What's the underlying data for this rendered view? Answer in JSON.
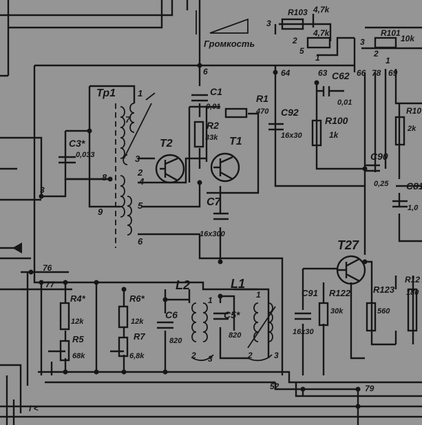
{
  "title": "",
  "colors": {
    "paper": "#9a9a9a",
    "ink": "#161616"
  },
  "labels": {
    "tp1": "Тр1",
    "c3": "C3*",
    "c3v": "0,033",
    "t2": "T2",
    "t1": "T1",
    "c1": "C1",
    "c1v": "0,01",
    "r2": "R2",
    "r2v": "33k",
    "r1": "R1",
    "r1v": "470",
    "c92": "C92",
    "c92v": "16x30",
    "c7": "C7",
    "c7v": "16x300",
    "r103": "R103",
    "v47k_a": "4,7k",
    "v47k_b": "4,7k",
    "volume": "Громкость",
    "c62": "C62",
    "c62v": "0,01",
    "r100": "R100",
    "r100v": "1k",
    "r101": "R101",
    "r101v": "10k",
    "r102": "R10",
    "r102v": "2k",
    "c90": "C90",
    "c90v": "0,25",
    "c81": "C81",
    "c81v": "1,0",
    "t27": "T27",
    "c91": "C91",
    "c91v": "16x30",
    "r122": "R122",
    "r122v": "30k",
    "r123": "R123",
    "r123v": "560",
    "r12x": "R12",
    "r12xv": "180",
    "l2": "L2",
    "l1": "L1",
    "c6": "C6",
    "c6v": "820",
    "c5": "C5*",
    "c5v": "820",
    "r4": "R4*",
    "r4v": "12k",
    "r5": "R5",
    "r5v": "68k",
    "r6": "R6*",
    "r6v": "12k",
    "r7": "R7",
    "r7v": "6,8k",
    "n1": "1",
    "n2": "2",
    "n3": "3",
    "n4": "4",
    "n5": "5",
    "n6": "6",
    "n7": "7",
    "n8": "8",
    "n9": "9",
    "n3l": "3",
    "n76": "76",
    "n77": "77",
    "n64": "64",
    "n6b": "6",
    "n5b": "5",
    "n3r": "3",
    "n2r": "2",
    "n1r": "1",
    "n63": "63",
    "n66": "66",
    "n78": "78",
    "n69": "69",
    "n3a": "3",
    "n2a": "2",
    "n1a": "1",
    "l2n1": "1",
    "l2n2": "2",
    "l2n3": "3",
    "l1n1": "1",
    "l1n2": "2",
    "l1n3": "3",
    "n52": "52",
    "n79": "79",
    "bottom": "I <"
  }
}
